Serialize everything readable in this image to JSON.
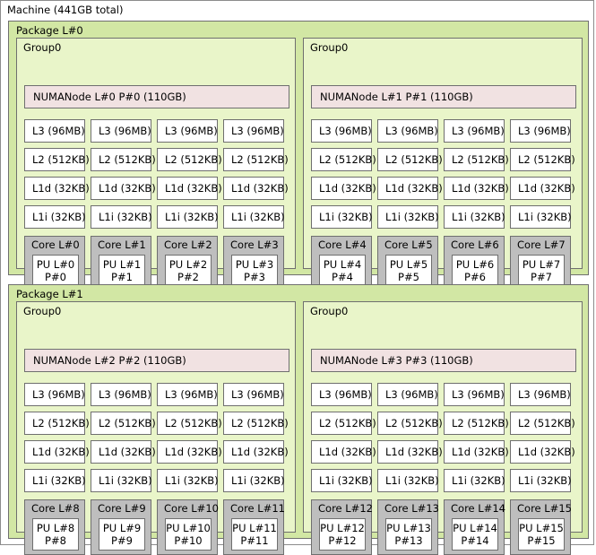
{
  "machine": {
    "label": "Machine (441GB total)"
  },
  "packages": [
    {
      "label": "Package L#0",
      "groups": [
        {
          "label": "Group0",
          "numanode": "NUMANode L#0 P#0 (110GB)",
          "l3": [
            "L3 (96MB)",
            "L3 (96MB)",
            "L3 (96MB)",
            "L3 (96MB)"
          ],
          "l2": [
            "L2 (512KB)",
            "L2 (512KB)",
            "L2 (512KB)",
            "L2 (512KB)"
          ],
          "l1d": [
            "L1d (32KB)",
            "L1d (32KB)",
            "L1d (32KB)",
            "L1d (32KB)"
          ],
          "l1i": [
            "L1i (32KB)",
            "L1i (32KB)",
            "L1i (32KB)",
            "L1i (32KB)"
          ],
          "cores": [
            {
              "label": "Core L#0",
              "pu_l": "PU L#0",
              "pu_p": "P#0"
            },
            {
              "label": "Core L#1",
              "pu_l": "PU L#1",
              "pu_p": "P#1"
            },
            {
              "label": "Core L#2",
              "pu_l": "PU L#2",
              "pu_p": "P#2"
            },
            {
              "label": "Core L#3",
              "pu_l": "PU L#3",
              "pu_p": "P#3"
            }
          ]
        },
        {
          "label": "Group0",
          "numanode": "NUMANode L#1 P#1 (110GB)",
          "l3": [
            "L3 (96MB)",
            "L3 (96MB)",
            "L3 (96MB)",
            "L3 (96MB)"
          ],
          "l2": [
            "L2 (512KB)",
            "L2 (512KB)",
            "L2 (512KB)",
            "L2 (512KB)"
          ],
          "l1d": [
            "L1d (32KB)",
            "L1d (32KB)",
            "L1d (32KB)",
            "L1d (32KB)"
          ],
          "l1i": [
            "L1i (32KB)",
            "L1i (32KB)",
            "L1i (32KB)",
            "L1i (32KB)"
          ],
          "cores": [
            {
              "label": "Core L#4",
              "pu_l": "PU L#4",
              "pu_p": "P#4"
            },
            {
              "label": "Core L#5",
              "pu_l": "PU L#5",
              "pu_p": "P#5"
            },
            {
              "label": "Core L#6",
              "pu_l": "PU L#6",
              "pu_p": "P#6"
            },
            {
              "label": "Core L#7",
              "pu_l": "PU L#7",
              "pu_p": "P#7"
            }
          ]
        }
      ]
    },
    {
      "label": "Package L#1",
      "groups": [
        {
          "label": "Group0",
          "numanode": "NUMANode L#2 P#2 (110GB)",
          "l3": [
            "L3 (96MB)",
            "L3 (96MB)",
            "L3 (96MB)",
            "L3 (96MB)"
          ],
          "l2": [
            "L2 (512KB)",
            "L2 (512KB)",
            "L2 (512KB)",
            "L2 (512KB)"
          ],
          "l1d": [
            "L1d (32KB)",
            "L1d (32KB)",
            "L1d (32KB)",
            "L1d (32KB)"
          ],
          "l1i": [
            "L1i (32KB)",
            "L1i (32KB)",
            "L1i (32KB)",
            "L1i (32KB)"
          ],
          "cores": [
            {
              "label": "Core L#8",
              "pu_l": "PU L#8",
              "pu_p": "P#8"
            },
            {
              "label": "Core L#9",
              "pu_l": "PU L#9",
              "pu_p": "P#9"
            },
            {
              "label": "Core L#10",
              "pu_l": "PU L#10",
              "pu_p": "P#10"
            },
            {
              "label": "Core L#11",
              "pu_l": "PU L#11",
              "pu_p": "P#11"
            }
          ]
        },
        {
          "label": "Group0",
          "numanode": "NUMANode L#3 P#3 (110GB)",
          "l3": [
            "L3 (96MB)",
            "L3 (96MB)",
            "L3 (96MB)",
            "L3 (96MB)"
          ],
          "l2": [
            "L2 (512KB)",
            "L2 (512KB)",
            "L2 (512KB)",
            "L2 (512KB)"
          ],
          "l1d": [
            "L1d (32KB)",
            "L1d (32KB)",
            "L1d (32KB)",
            "L1d (32KB)"
          ],
          "l1i": [
            "L1i (32KB)",
            "L1i (32KB)",
            "L1i (32KB)",
            "L1i (32KB)"
          ],
          "cores": [
            {
              "label": "Core L#12",
              "pu_l": "PU L#12",
              "pu_p": "P#12"
            },
            {
              "label": "Core L#13",
              "pu_l": "PU L#13",
              "pu_p": "P#13"
            },
            {
              "label": "Core L#14",
              "pu_l": "PU L#14",
              "pu_p": "P#14"
            },
            {
              "label": "Core L#15",
              "pu_l": "PU L#15",
              "pu_p": "P#15"
            }
          ]
        }
      ]
    }
  ],
  "colors": {
    "machine_bg": "#ffffff",
    "package_bg": "#d2e7a4",
    "group_bg": "#e9f5c9",
    "numanode_bg": "#f1e2e2",
    "cache_bg": "#ffffff",
    "core_bg": "#bebebe",
    "pu_bg": "#ffffff",
    "border": "#6f6f6f"
  }
}
